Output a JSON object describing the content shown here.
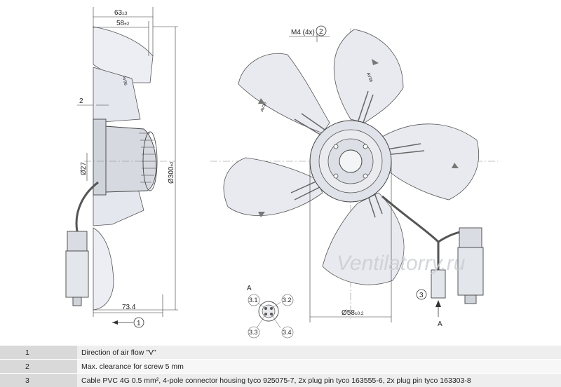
{
  "side_view": {
    "dim_width_total": "63",
    "dim_width_total_tol": "±3",
    "dim_width_inner": "58",
    "dim_width_inner_tol": "±2",
    "dim_clearance": "2",
    "dim_hub": "Ø27",
    "dim_diameter": "Ø300",
    "dim_diameter_tol": "±2",
    "dim_cable_offset": "73.4",
    "callout_airflow": "1",
    "blade_mark": "AV36"
  },
  "front_view": {
    "screw_label": "M4 (4x)",
    "screw_callout": "2",
    "dim_bolt_circle": "Ø58",
    "dim_bolt_circle_tol": "±0.2",
    "blade_mark": "AV36",
    "cable_callout": "3",
    "view_letter": "A"
  },
  "connector": {
    "view_letter": "A",
    "pins": [
      "3.1",
      "3.2",
      "3.3",
      "3.4"
    ]
  },
  "watermark": "Ventilatorry.ru",
  "legend": [
    {
      "num": "1",
      "text": "Direction of air flow \"V\""
    },
    {
      "num": "2",
      "text": "Max. clearance for screw 5 mm"
    },
    {
      "num": "3",
      "text": "Cable PVC 4G 0.5 mm², 4-pole connector housing tyco 925075-7, 2x plug pin tyco 163555-6, 2x plug pin tyco 163303-8"
    }
  ]
}
